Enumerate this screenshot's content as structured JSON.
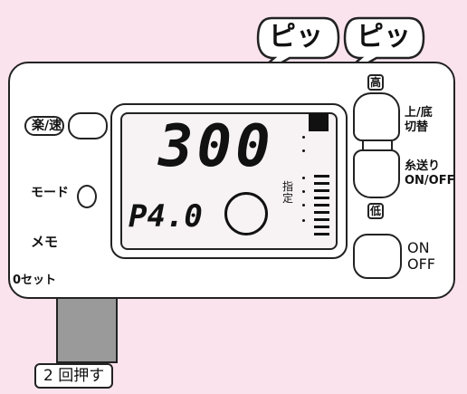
{
  "bubbles": [
    "ピッ",
    "ピッ"
  ],
  "left_panel": {
    "raku_haya_badge": "楽/速",
    "mode_label": "モード",
    "memo_label": "メモ",
    "zero_set_label": "0セット"
  },
  "display": {
    "temperature": "300",
    "preset": "P4.0",
    "shitei_label": "指定"
  },
  "right_panel": {
    "high_badge": "高",
    "toggle_label": "上/底\n切替",
    "feed_label": "糸送り\nON/OFF",
    "low_badge": "低",
    "power_label": "ON\nOFF"
  },
  "caption": "2 回押す",
  "colors": {
    "background": "#fbe3ee",
    "pointer": "#9a9a9a"
  }
}
